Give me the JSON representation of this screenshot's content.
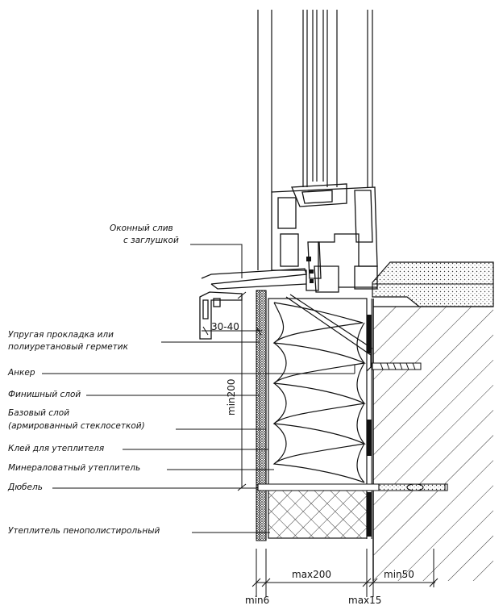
{
  "labels": {
    "window_sill_line1": "Оконный слив",
    "window_sill_line2": "с заглушкой",
    "elastic_gasket_line1": "Упругая прокладка или",
    "elastic_gasket_line2": "полиуретановый герметик",
    "anchor": "Анкер",
    "finish_layer": "Финишный слой",
    "base_layer_line1": "Базовый слой",
    "base_layer_line2": "(армированный стеклосеткой)",
    "insulation_glue": "Клей для утеплителя",
    "mineral_wool": "Минераловатный утеплитель",
    "dowel": "Дюбель",
    "polystyrene": "Утеплитель пенополистирольный"
  },
  "dimensions": {
    "overhang": "30-40",
    "min200": "min200",
    "max200": "max200",
    "min50": "min50",
    "min6": "min6",
    "max15": "max15"
  },
  "colors": {
    "line": "#111111",
    "hatch": "#333333",
    "background": "#ffffff"
  }
}
